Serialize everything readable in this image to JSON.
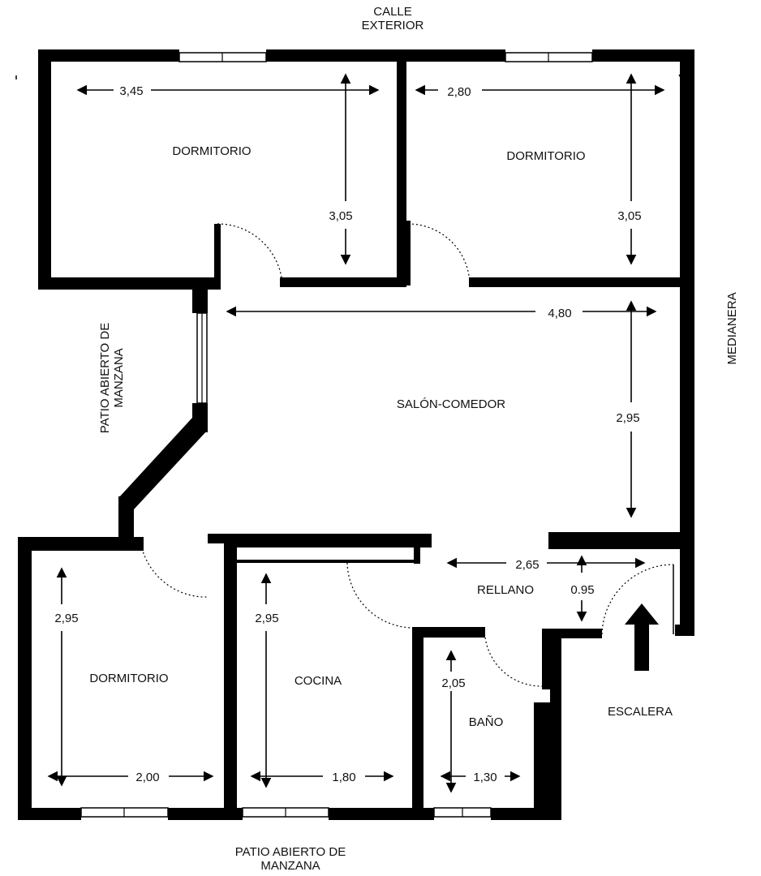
{
  "labels": {
    "calle_exterior": [
      "CALLE",
      "EXTERIOR"
    ],
    "patio_left": [
      "PATIO ABIERTO DE",
      "MANZANA"
    ],
    "patio_bottom": [
      "PATIO ABIERTO DE",
      "MANZANA"
    ],
    "medianera": "MEDIANERA",
    "escalera": "ESCALERA"
  },
  "rooms": {
    "dormitorio_1": "DORMITORIO",
    "dormitorio_2": "DORMITORIO",
    "salon_comedor": "SALÓN-COMEDOR",
    "dormitorio_3": "DORMITORIO",
    "cocina": "COCINA",
    "rellano": "RELLANO",
    "bano": "BAÑO"
  },
  "dimensions": {
    "dorm1_width": "3,45",
    "dorm1_depth": "3,05",
    "dorm2_width": "2,80",
    "dorm2_depth": "3,05",
    "salon_width": "4,80",
    "salon_depth": "2,95",
    "dorm3_depth": "2,95",
    "dorm3_width": "2,00",
    "cocina_depth": "2,95",
    "cocina_width": "1,80",
    "rellano_width": "2,65",
    "rellano_depth": "0.95",
    "bano_depth": "2,05",
    "bano_width": "1,30"
  },
  "colors": {
    "wall": "#000000",
    "background": "#ffffff",
    "text": "#111111"
  }
}
